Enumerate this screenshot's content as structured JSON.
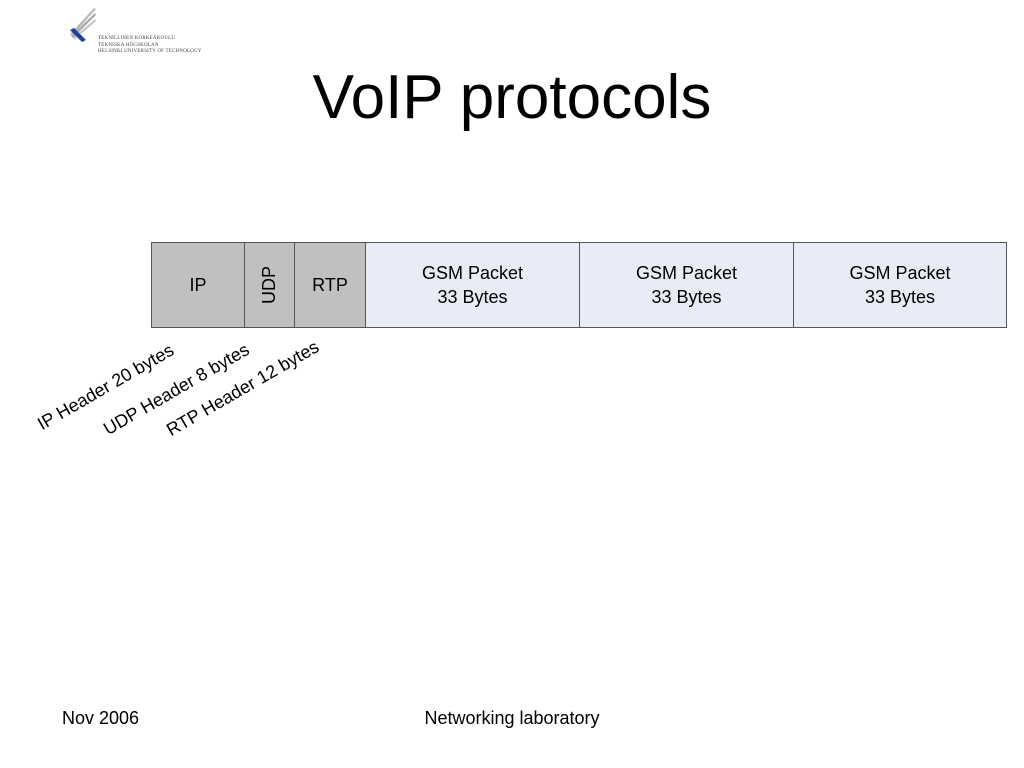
{
  "logo": {
    "lines": [
      "TEKNILLINEN KORKEAKOULU",
      "TEKNISKA HÖGSKOLAN",
      "HELSINKI UNIVERSITY OF TECHNOLOGY"
    ]
  },
  "title": "VoIP protocols",
  "packet": {
    "fields": [
      {
        "label": "IP"
      },
      {
        "label": "UDP"
      },
      {
        "label": "RTP"
      },
      {
        "line1": "GSM Packet",
        "line2": "33 Bytes"
      },
      {
        "line1": "GSM Packet",
        "line2": "33 Bytes"
      },
      {
        "line1": "GSM Packet",
        "line2": "33 Bytes"
      }
    ]
  },
  "annotations": [
    "IP Header 20 bytes",
    "UDP Header 8 bytes",
    "RTP Header 12 bytes"
  ],
  "footer": {
    "date": "Nov 2006",
    "center": "Networking laboratory"
  },
  "colors": {
    "header_fill": "#c0c0c0",
    "payload_fill": "#e9ecf7",
    "border": "#555555",
    "logo_blue": "#1f3f9c"
  }
}
